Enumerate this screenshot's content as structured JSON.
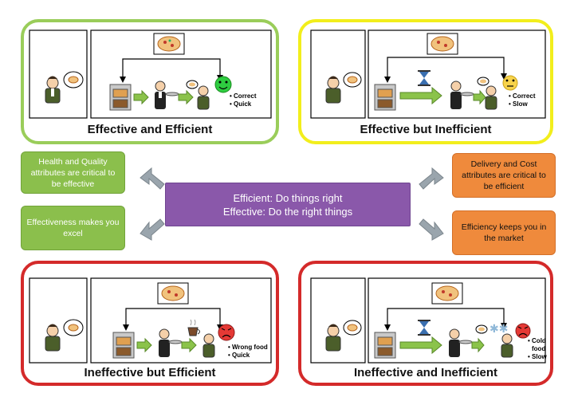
{
  "quadrants": {
    "tl": {
      "title": "Effective and Efficient",
      "notes": [
        "• Correct",
        "• Quick"
      ],
      "border": "#9acd5a"
    },
    "tr": {
      "title": "Effective but Inefficient",
      "notes": [
        "• Correct",
        "• Slow"
      ],
      "border": "#f2ee1c"
    },
    "bl": {
      "title": "Ineffective but Efficient",
      "notes": [
        "• Wrong food",
        "• Quick"
      ],
      "border": "#d42a2a"
    },
    "br": {
      "title": "Ineffective and Inefficient",
      "notes": [
        "• Cold",
        "food",
        "• Slow"
      ],
      "border": "#d42a2a"
    }
  },
  "center": {
    "line1": "Efficient: Do things right",
    "line2": "Effective: Do the right things",
    "color": "#8a58aa"
  },
  "boxes": {
    "health": "Health and Quality attributes are critical to be effective",
    "effectiveness": "Effectiveness makes you excel",
    "delivery": "Delivery and Cost attributes are critical to be efficient",
    "efficiency": "Efficiency keeps you in the market"
  },
  "colors": {
    "green_box": "#8bbf4c",
    "orange_box": "#ef8a3c",
    "arrow": "#9aa5ad"
  },
  "icons": [
    "customer-icon",
    "pizza-thought-bubble-icon",
    "kitchen-oven-icon",
    "waiter-icon",
    "hourglass-icon",
    "coffee-cup-icon",
    "happy-face-icon",
    "neutral-face-icon",
    "angry-face-icon",
    "cold-snowflake-icon"
  ]
}
